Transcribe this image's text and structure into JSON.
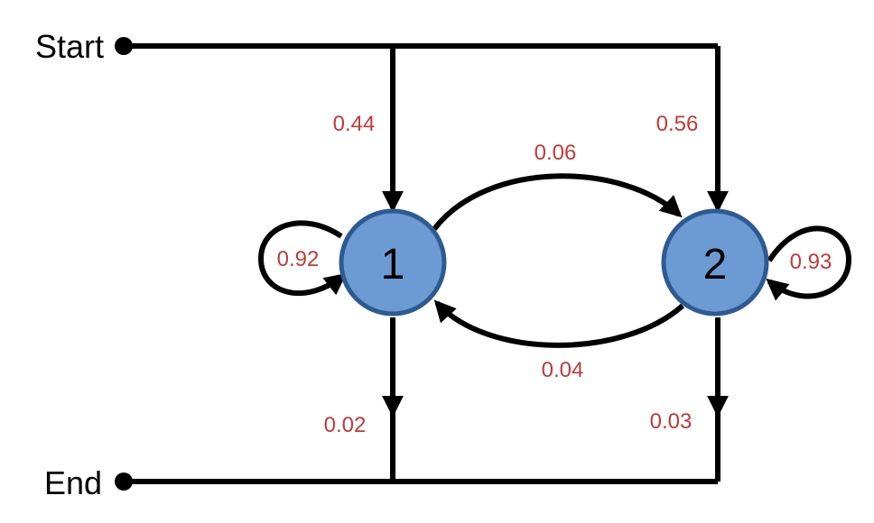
{
  "terminals": {
    "start": "Start",
    "end": "End"
  },
  "states": [
    {
      "id": "1",
      "label": "1"
    },
    {
      "id": "2",
      "label": "2"
    }
  ],
  "transitions": {
    "start_to_1": "0.44",
    "start_to_2": "0.56",
    "s1_to_s2": "0.06",
    "s2_to_s1": "0.04",
    "s1_self": "0.92",
    "s2_self": "0.93",
    "s1_to_end": "0.02",
    "s2_to_end": "0.03"
  },
  "colors": {
    "state_fill": "#6b9bd2",
    "state_stroke": "#2e5a94",
    "probability_text": "#c0393b",
    "edge": "#000000"
  }
}
